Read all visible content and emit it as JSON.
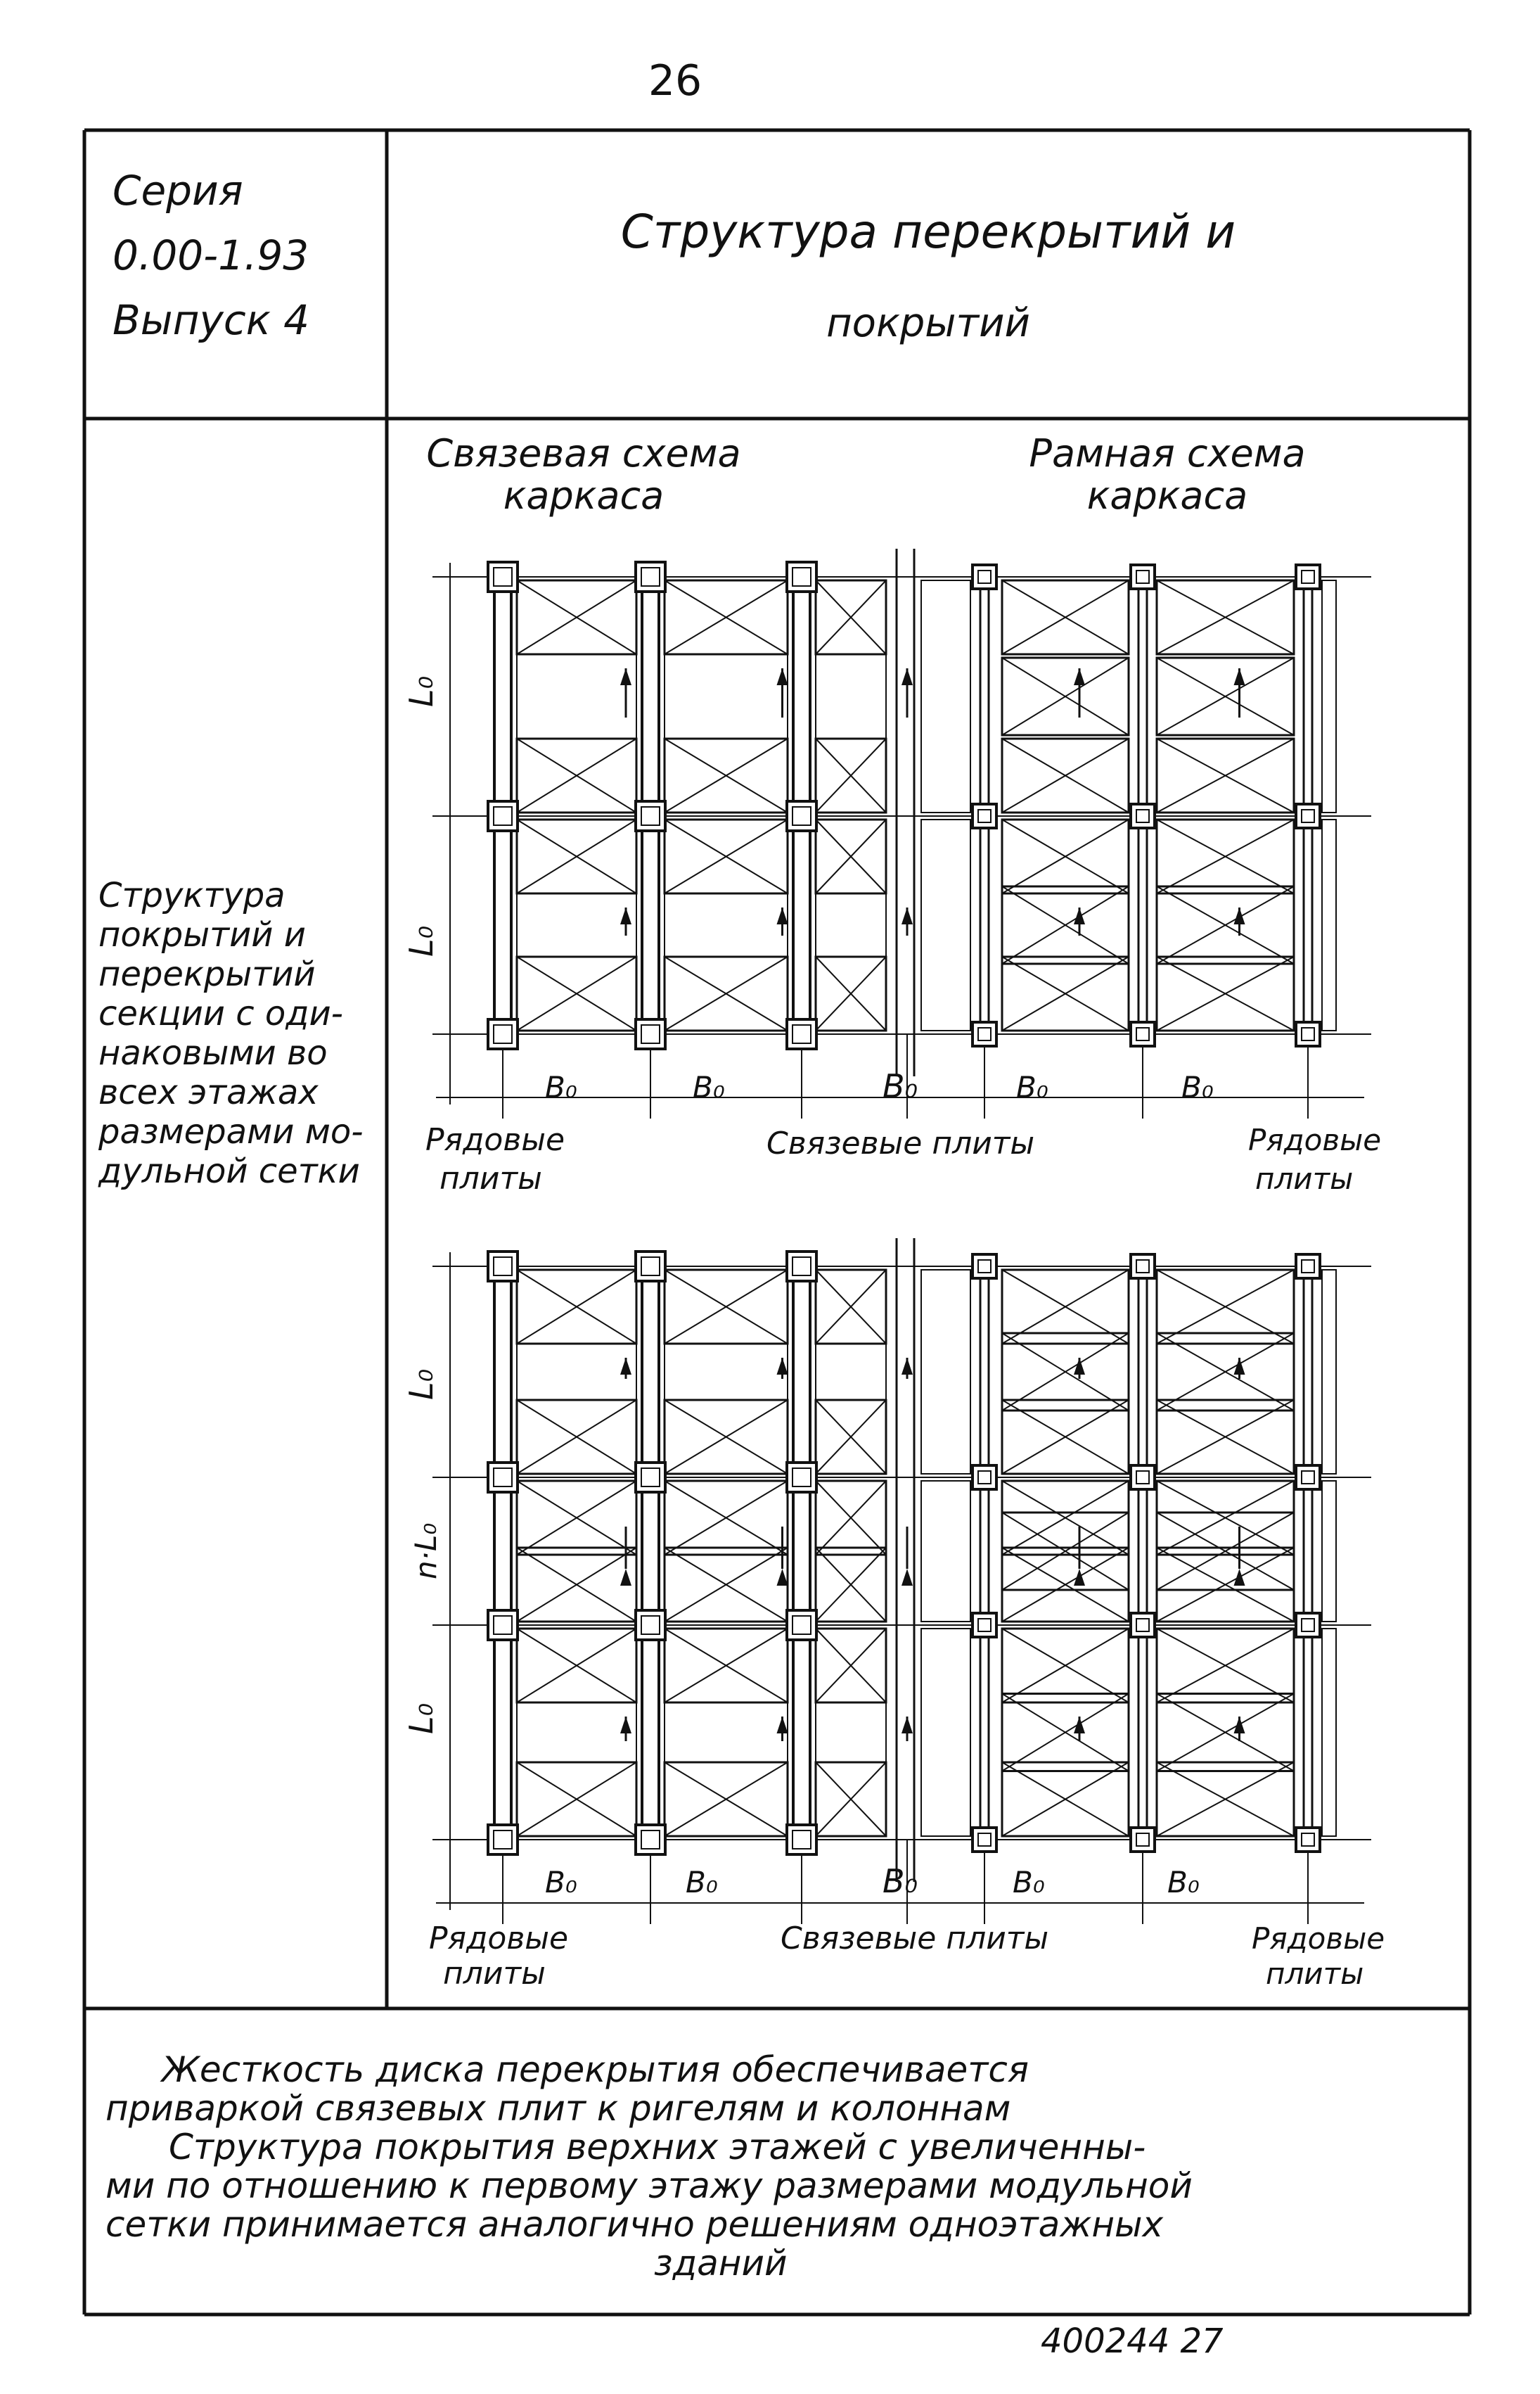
{
  "page": {
    "number": "26"
  },
  "stamp": {
    "series_label": "Серия",
    "series_code": "0.00-1.93",
    "issue_label": "Выпуск 4"
  },
  "title": {
    "line1": "Структура перекрытий и",
    "line2": "покрытий"
  },
  "side_note": {
    "lines": [
      "Структура",
      "покрытий и",
      "перекрытий",
      "секции с оди-",
      "наковыми во",
      "всех этажах",
      "размерами мо-",
      "дульной сетки"
    ]
  },
  "schemes": {
    "braced": {
      "line1": "Связевая схема",
      "line2": "каркаса"
    },
    "rigid": {
      "line1": "Рамная схема",
      "line2": "каркаса"
    }
  },
  "dimension_labels": {
    "L0": "L₀",
    "B0": "B₀",
    "nL0": "n·L₀"
  },
  "slab_labels": {
    "ordinary_1": "Рядовые",
    "ordinary_2": "плиты",
    "tie": "Связевые плиты"
  },
  "bottom_text": {
    "line1": "Жесткость диска перекрытия обеспечивается",
    "line2": "приваркой связевых плит к ригелям и колоннам",
    "line3": "Структура покрытия верхних этажей с увеличенны-",
    "line4": "ми по отношению к первому этажу размерами модульной",
    "line5": "сетки принимается аналогично решениям одноэтажных",
    "line6": "зданий"
  },
  "footer": {
    "code": "400244 27"
  }
}
